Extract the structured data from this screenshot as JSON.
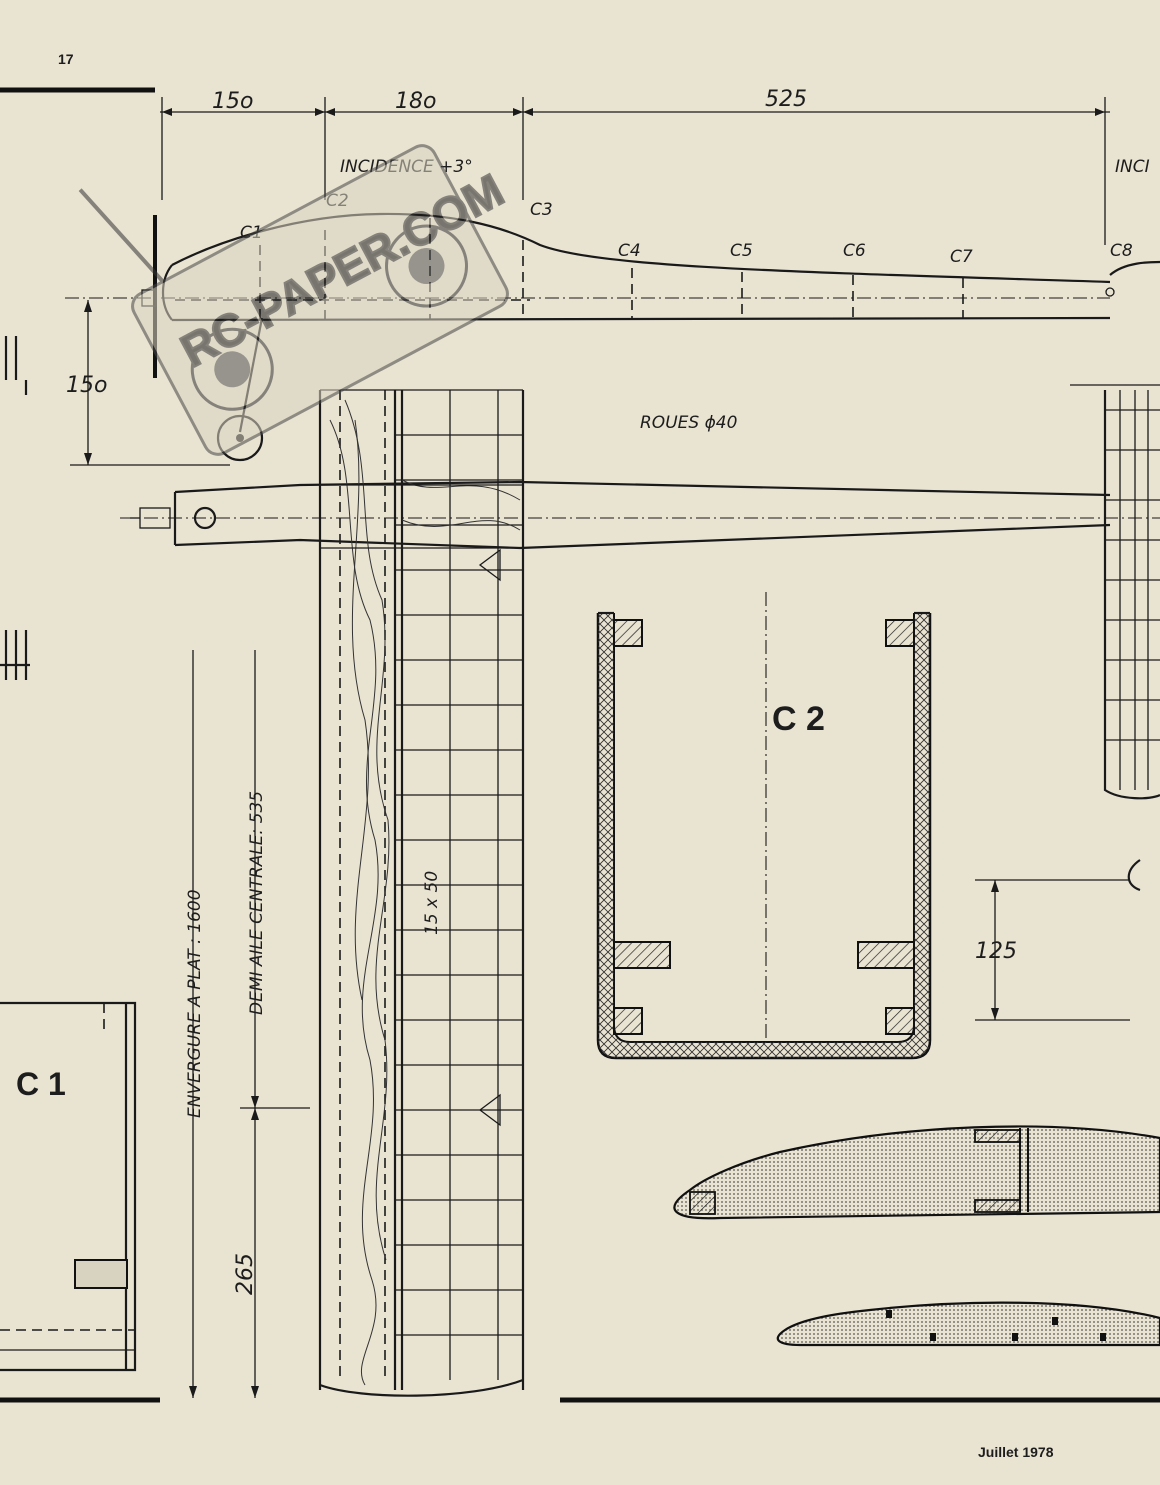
{
  "page": {
    "number": "17",
    "footer": "Juillet 1978"
  },
  "watermark": "RC-PAPER.COM",
  "dimensions": {
    "d150_top": "15o",
    "d180": "18o",
    "d525": "525",
    "d150_left": "15o",
    "d125": "125",
    "d265": "265"
  },
  "labels": {
    "incidence": "INCIDENCE +3°",
    "incidence_right": "INCI",
    "roues": "ROUES ϕ40",
    "spar": "15 x 50",
    "envergure": "ENVERGURE A PLAT : 1600",
    "demi_aile": "DEMI AILE CENTRALE: 535"
  },
  "formers": [
    "C1",
    "C2",
    "C3",
    "C4",
    "C5",
    "C6",
    "C7",
    "C8"
  ],
  "detail_titles": {
    "c2": "C 2",
    "c1": "C 1"
  },
  "colors": {
    "paper": "#e9e3d2",
    "ink": "#1a1a1a"
  }
}
